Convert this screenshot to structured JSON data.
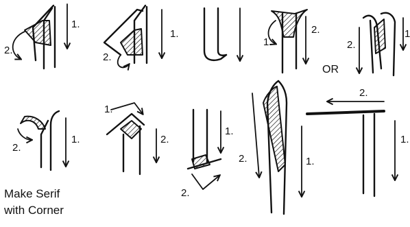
{
  "diagram": {
    "step_labels": {
      "step1": "1.",
      "step2": "2."
    },
    "or_label": "OR",
    "caption": {
      "line1": "Make Serif",
      "line2": "with Corner"
    }
  }
}
